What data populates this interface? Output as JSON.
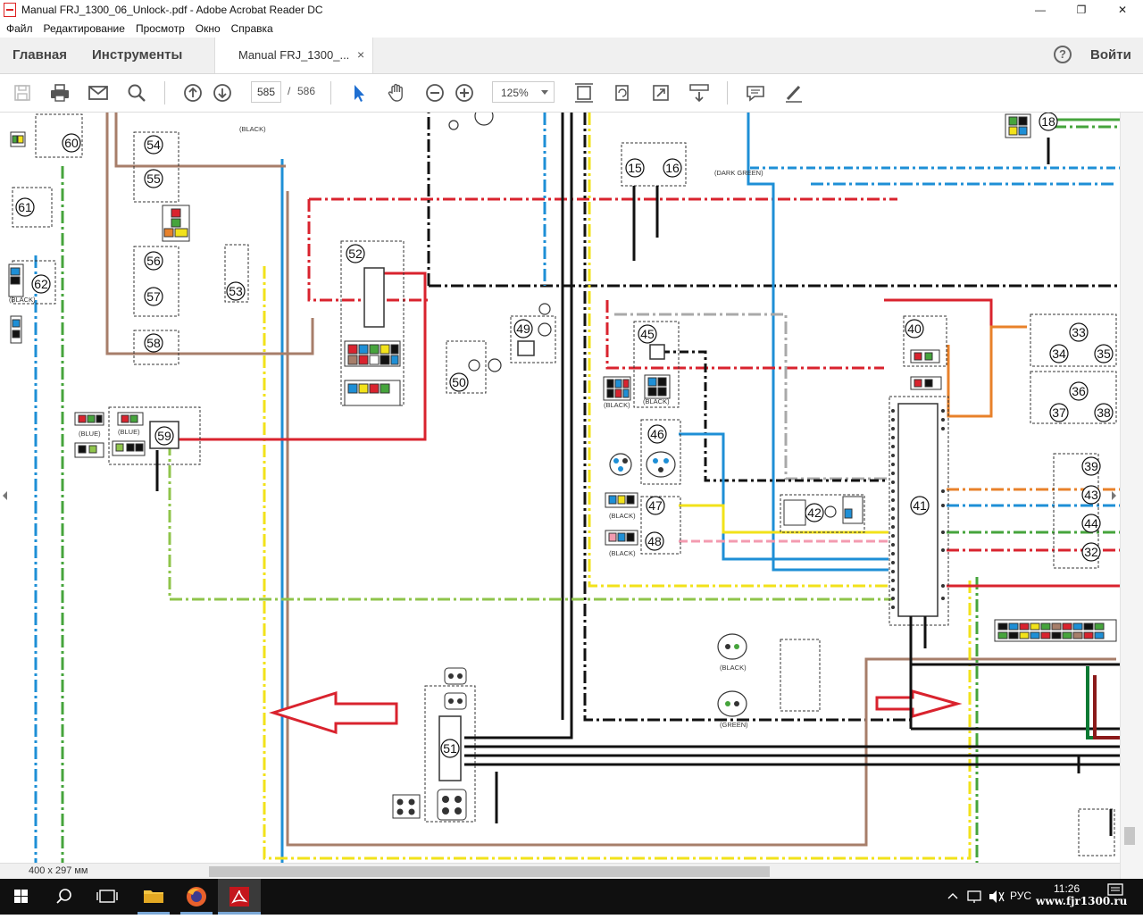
{
  "window": {
    "title": "Manual FRJ_1300_06_Unlock-.pdf - Adobe Acrobat Reader DC",
    "minimize": "—",
    "maximize": "❐",
    "close": "✕"
  },
  "menu": [
    "Файл",
    "Редактирование",
    "Просмотр",
    "Окно",
    "Справка"
  ],
  "tabs": {
    "home": "Главная",
    "tools": "Инструменты",
    "document": "Manual FRJ_1300_...",
    "close": "×",
    "help": "?",
    "login": "Войти"
  },
  "toolbar": {
    "icons": [
      "save-icon",
      "print-icon",
      "mail-icon",
      "search-icon",
      "page-up-icon",
      "page-down-icon",
      "select-cursor-icon",
      "hand-icon",
      "zoom-out-icon",
      "zoom-in-icon",
      "fit-page-icon",
      "rotate-icon",
      "fullscreen-icon",
      "scroll-mode-icon",
      "comment-icon",
      "pen-icon"
    ],
    "page_current": "585",
    "page_separator": "/",
    "page_total": "586",
    "zoom": "125%"
  },
  "diagram": {
    "labels": [
      "60",
      "54",
      "55",
      "61",
      "56",
      "57",
      "58",
      "62",
      "53",
      "52",
      "59",
      "49",
      "50",
      "51",
      "15",
      "16",
      "18",
      "45",
      "46",
      "47",
      "48",
      "42",
      "41",
      "40",
      "33",
      "34",
      "35",
      "36",
      "37",
      "38",
      "39",
      "43",
      "44",
      "32"
    ],
    "connector_labels": [
      "(BLACK)",
      "(DARK GREEN)",
      "(BLACK)",
      "(BLUE)",
      "(BLUE)",
      "(BLACK)",
      "(BLACK)",
      "(BLACK)",
      "(BLACK)",
      "(BLACK)",
      "(GREEN)"
    ]
  },
  "status": {
    "page_size": "400 x 297 мм"
  },
  "taskbar": {
    "lang": "РУС",
    "time": "11:26",
    "watermark": "www.fjr1300.ru"
  }
}
